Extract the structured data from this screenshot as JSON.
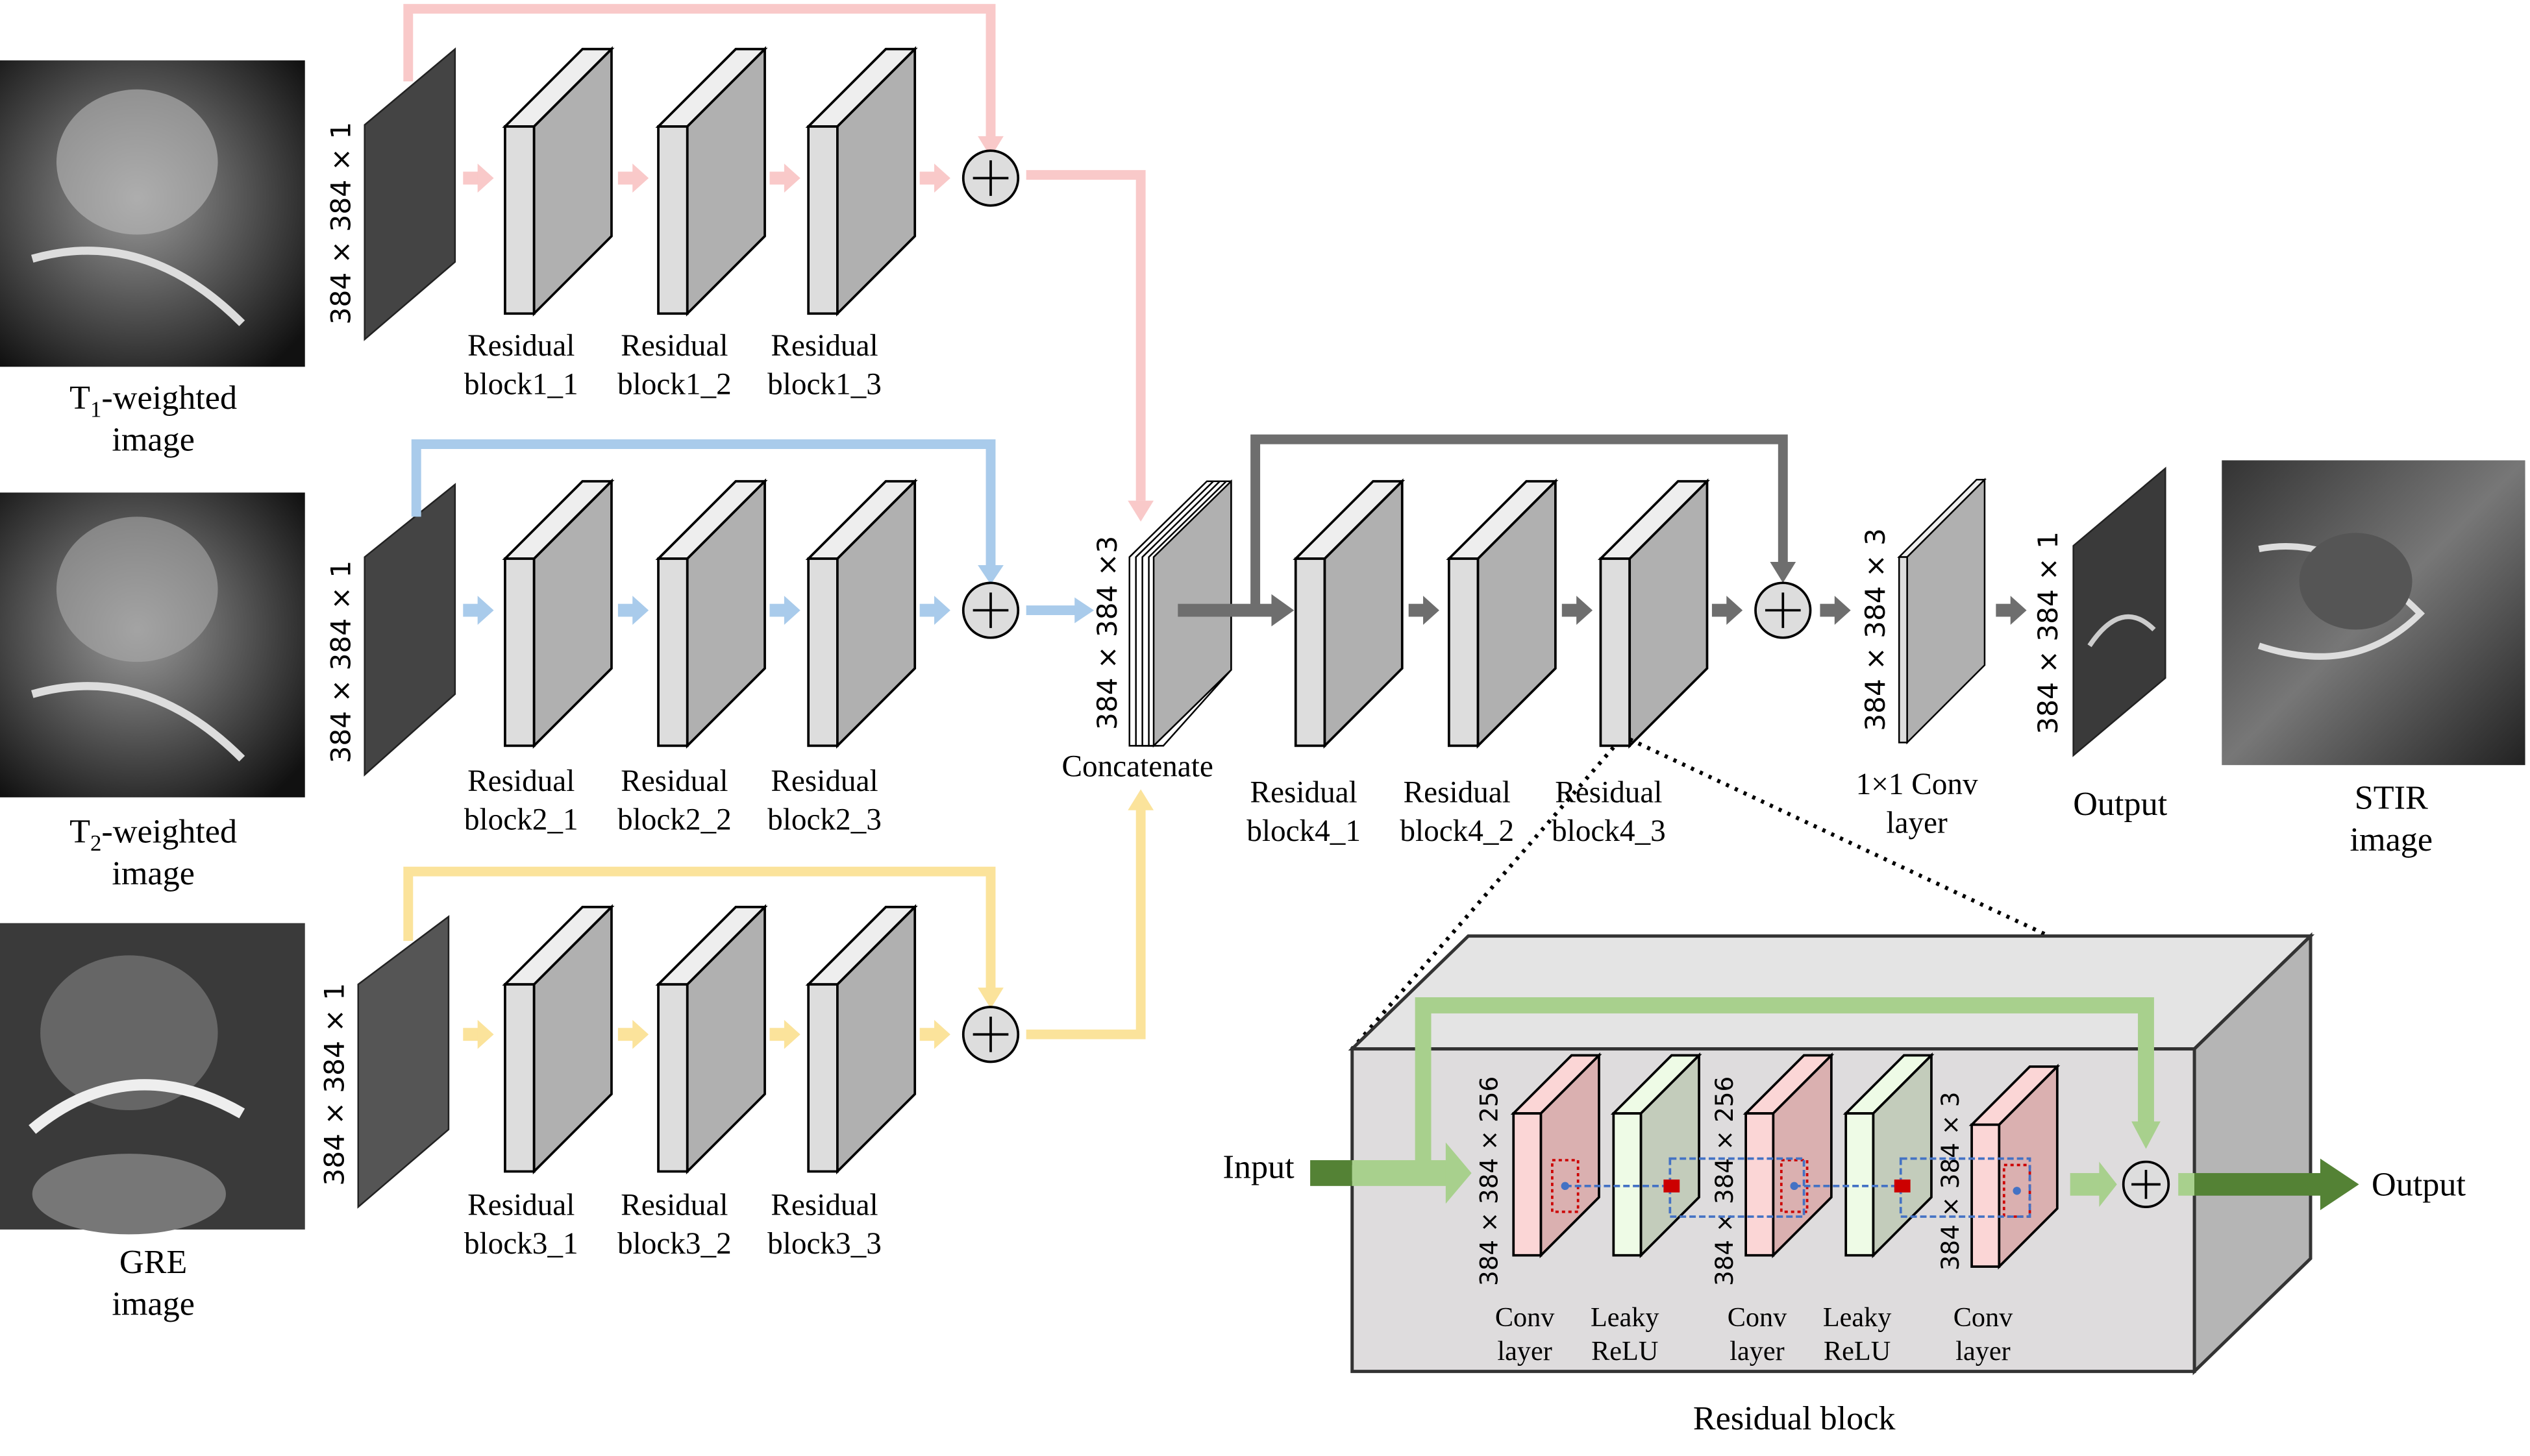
{
  "inputs": [
    {
      "title": "T1-weighted",
      "title_main": "T",
      "title_sub": "1",
      "title_rest": "-weighted",
      "subtitle": "image",
      "dims": "384 × 384 × 1",
      "blocks": [
        "Residual",
        "block1_1",
        "Residual",
        "block1_2",
        "Residual",
        "block1_3"
      ],
      "color": "#f9c9c9"
    },
    {
      "title": "T2-weighted",
      "title_main": "T",
      "title_sub": "2",
      "title_rest": "-weighted",
      "subtitle": "image",
      "dims": "384 × 384 × 1",
      "blocks": [
        "Residual",
        "block2_1",
        "Residual",
        "block2_2",
        "Residual",
        "block2_3"
      ],
      "color": "#a9cbeb"
    },
    {
      "title": "GRE",
      "subtitle": "image",
      "dims": "384 × 384 × 1",
      "blocks": [
        "Residual",
        "block3_1",
        "Residual",
        "block3_2",
        "Residual",
        "block3_3"
      ],
      "color": "#fbe39b"
    }
  ],
  "concat": {
    "dims": "384 × 384 ×3",
    "label": "Concatenate"
  },
  "trunk": {
    "blocks": [
      "Residual",
      "block4_1",
      "Residual",
      "block4_2",
      "Residual",
      "block4_3"
    ],
    "skip_color": "#6e6e6e",
    "dims_after_add": "384 × 384 × 3",
    "conv1x1": [
      "1×1 Conv",
      "layer"
    ],
    "output_dims": "384 × 384 × 1",
    "output_label": "Output",
    "target": [
      "STIR",
      "image"
    ]
  },
  "residual_block": {
    "title": "Residual block",
    "input_label": "Input",
    "output_label": "Output",
    "dims": [
      "384 × 384 × 256",
      "384 × 384 × 256",
      "384 × 384 × 3"
    ],
    "layers": [
      [
        "Conv",
        "layer"
      ],
      [
        "Leaky",
        "ReLU"
      ],
      [
        "Conv",
        "layer"
      ],
      [
        "Leaky",
        "ReLU"
      ],
      [
        "Conv",
        "layer"
      ]
    ],
    "skip_color": "#a8d08d",
    "arrow_dark": "#548235"
  }
}
